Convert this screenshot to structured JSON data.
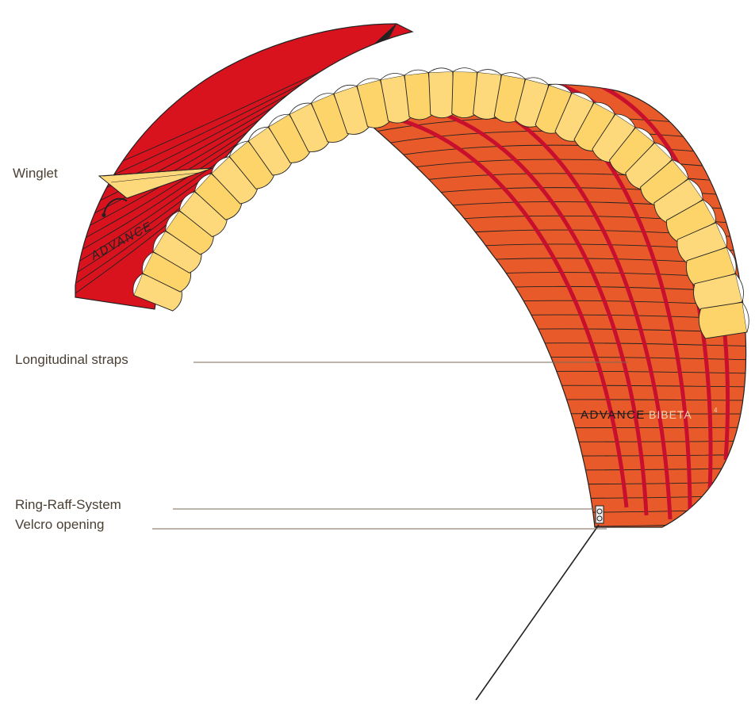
{
  "labels": {
    "winglet": "Winglet",
    "longitudinal_straps": "Longitudinal straps",
    "ring_raff_system": "Ring-Raff-System",
    "velcro_opening": "Velcro opening"
  },
  "branding": {
    "logo_left": "ADVANCE",
    "logo_right_brand": "ADVANCE",
    "logo_right_model": "BIBETA",
    "logo_right_superscript": "4"
  },
  "colors": {
    "upper_red": "#d8131e",
    "leading_yellow": "#fdd97c",
    "leading_pale": "#fde8b8",
    "under_orange": "#e85a2a",
    "strap_red": "#c8102e",
    "outline": "#222222",
    "callout_text": "#4a3f33",
    "callout_line": "#7a6a55"
  },
  "icons": {
    "logo_mark": "advance-swoosh-icon"
  }
}
